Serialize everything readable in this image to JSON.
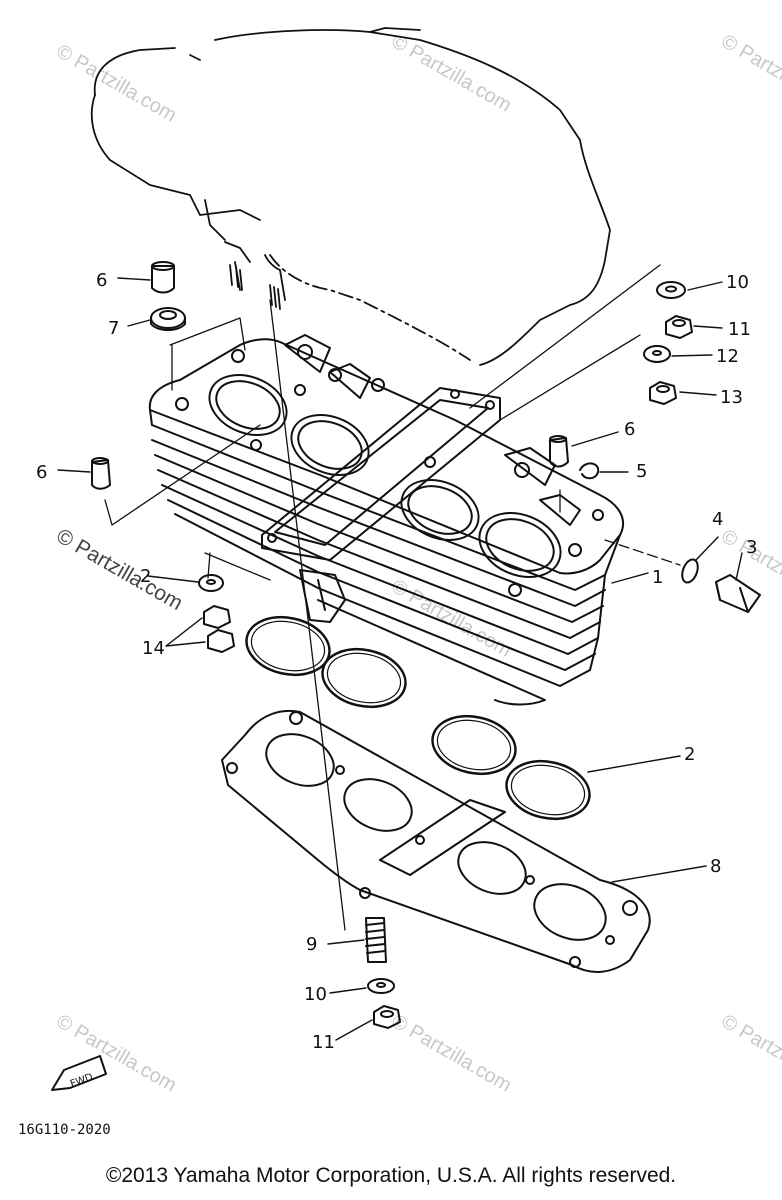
{
  "watermark": "© Partzilla.com",
  "diagram_code": "16G110-2020",
  "front_marker": "FWD",
  "copyright": "©2013 Yamaha Motor Corporation, U.S.A. All rights reserved.",
  "callouts": [
    {
      "id": "1",
      "label": "1"
    },
    {
      "id": "2a",
      "label": "2"
    },
    {
      "id": "2b",
      "label": "2"
    },
    {
      "id": "3",
      "label": "3"
    },
    {
      "id": "4",
      "label": "4"
    },
    {
      "id": "5",
      "label": "5"
    },
    {
      "id": "6a",
      "label": "6"
    },
    {
      "id": "6b",
      "label": "6"
    },
    {
      "id": "6c",
      "label": "6"
    },
    {
      "id": "7",
      "label": "7"
    },
    {
      "id": "8",
      "label": "8"
    },
    {
      "id": "9",
      "label": "9"
    },
    {
      "id": "10a",
      "label": "10"
    },
    {
      "id": "10b",
      "label": "10"
    },
    {
      "id": "11a",
      "label": "11"
    },
    {
      "id": "11b",
      "label": "11"
    },
    {
      "id": "12",
      "label": "12"
    },
    {
      "id": "13",
      "label": "13"
    },
    {
      "id": "14",
      "label": "14"
    }
  ],
  "colors": {
    "ink": "#111111",
    "watermark": "#c8c8c8",
    "background": "#ffffff"
  }
}
